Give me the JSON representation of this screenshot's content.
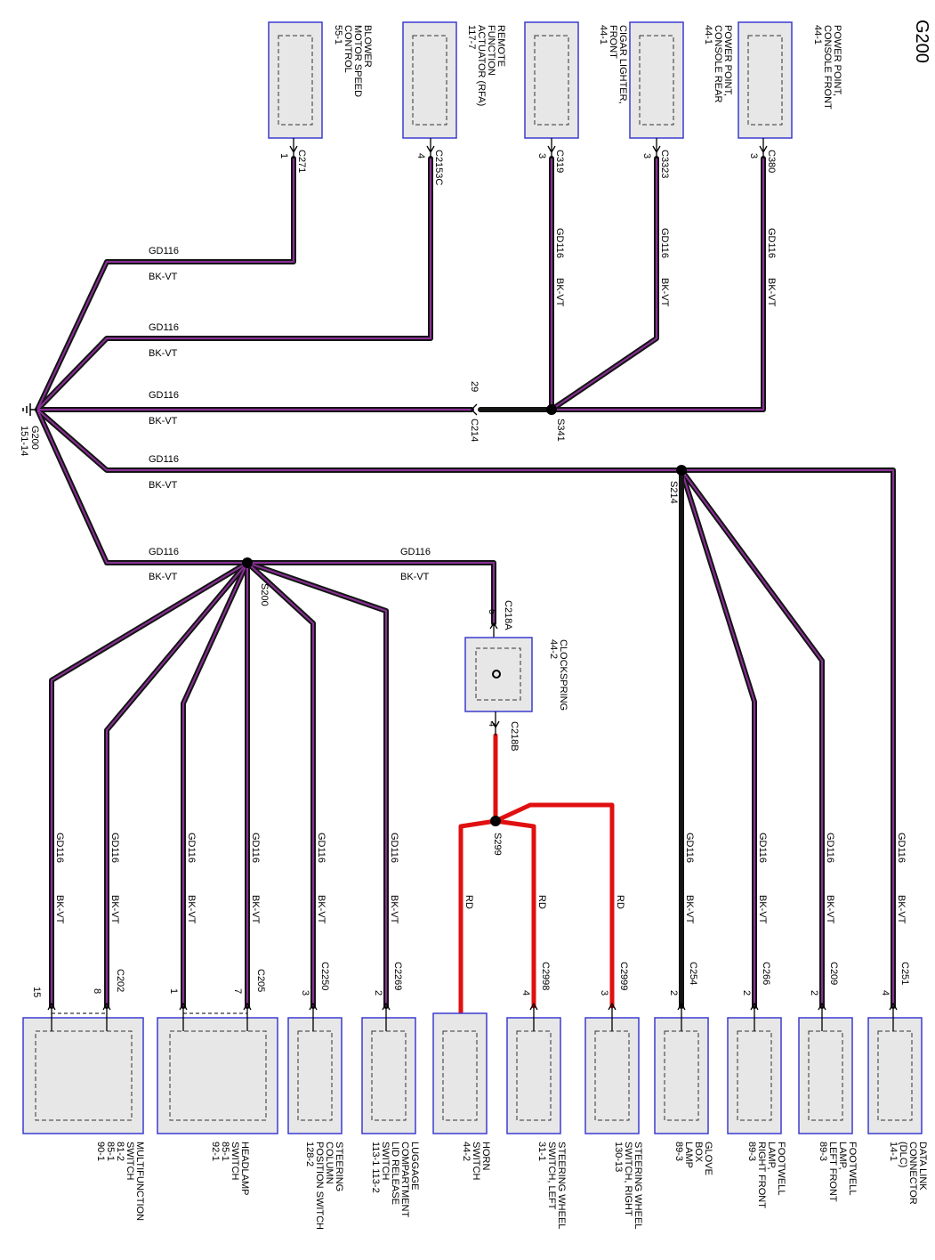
{
  "title": "G200",
  "ground": {
    "name": "G200",
    "ref": "151-14"
  },
  "wire": {
    "circuit": "GD116",
    "color_code": "BK-VT",
    "red_color_code": "RD"
  },
  "splices": [
    "S341",
    "S214",
    "S200",
    "S299"
  ],
  "inline": {
    "c214": "C214",
    "c214_pin": "29"
  },
  "top_components": [
    {
      "lines": [
        "BLOWER",
        "MOTOR SPEED",
        "CONTROL",
        "55-1"
      ],
      "connector": "C271",
      "pin": "1"
    },
    {
      "lines": [
        "REMOTE",
        "FUNCTION",
        "ACTUATOR (RFA)",
        "117-7"
      ],
      "connector": "C2153C",
      "pin": "4"
    },
    {
      "lines": [
        "CIGAR LIGHTER,",
        "FRONT",
        "44-1"
      ],
      "connector": "C319",
      "pin": "3"
    },
    {
      "lines": [
        "POWER POINT,",
        "CONSOLE REAR",
        "44-1"
      ],
      "connector": "C3323",
      "pin": "3"
    },
    {
      "lines": [
        "POWER POINT,",
        "CONSOLE FRONT",
        "44-1"
      ],
      "connector": "C380",
      "pin": "3"
    }
  ],
  "clockspring": {
    "lines": [
      "CLOCKSPRING",
      "44-2"
    ],
    "conn_a": "C218A",
    "pin_a": "5",
    "conn_b": "C218B",
    "pin_b": "4"
  },
  "bottom_components": [
    {
      "lines": [
        "MULTIFUNCTION",
        "SWITCH",
        "81-2",
        "85-1",
        "90-1"
      ],
      "connector": "C202",
      "pin_a": "15",
      "pin_b": "8"
    },
    {
      "lines": [
        "HEADLAMP",
        "SWITCH",
        "85-1",
        "92-1"
      ],
      "connector": "C205",
      "pin_a": "1",
      "pin_b": "7"
    },
    {
      "lines": [
        "STEERING",
        "COLUMN",
        "POSITION SWITCH",
        "128-2"
      ],
      "connector": "C2250",
      "pin": "3"
    },
    {
      "lines": [
        "LUGGAGE",
        "COMPARTMENT",
        "LID RELEASE",
        "SWITCH",
        "113-1  113-2"
      ],
      "connector": "C2269",
      "pin": "2"
    },
    {
      "lines": [
        "HORN",
        "SWITCH",
        "44-2"
      ],
      "connector": "",
      "pin": ""
    },
    {
      "lines": [
        "STEERING WHEEL",
        "SWITCH, LEFT",
        "31-1"
      ],
      "connector": "C2998",
      "pin": "4"
    },
    {
      "lines": [
        "STEERING WHEEL",
        "SWITCH, RIGHT",
        "130-13"
      ],
      "connector": "C2999",
      "pin": "3"
    },
    {
      "lines": [
        "GLOVE",
        "BOX",
        "LAMP",
        "89-3"
      ],
      "connector": "C254",
      "pin": "2"
    },
    {
      "lines": [
        "FOOTWELL",
        "LAMP,",
        "RIGHT FRONT",
        "89-3"
      ],
      "connector": "C266",
      "pin": "2"
    },
    {
      "lines": [
        "FOOTWELL",
        "LAMP,",
        "LEFT FRONT",
        "89-3"
      ],
      "connector": "C209",
      "pin": "2"
    },
    {
      "lines": [
        "DATA LINK",
        "CONNECTOR",
        "(DLC)",
        "14-1"
      ],
      "connector": "C251",
      "pin": "4"
    }
  ],
  "colors": {
    "wire_outer": "#141414",
    "wire_inner": "#8b2f97",
    "red_wire": "#e01010",
    "box_border": "#3b3bd0",
    "box_fill": "#e7e7e7"
  }
}
